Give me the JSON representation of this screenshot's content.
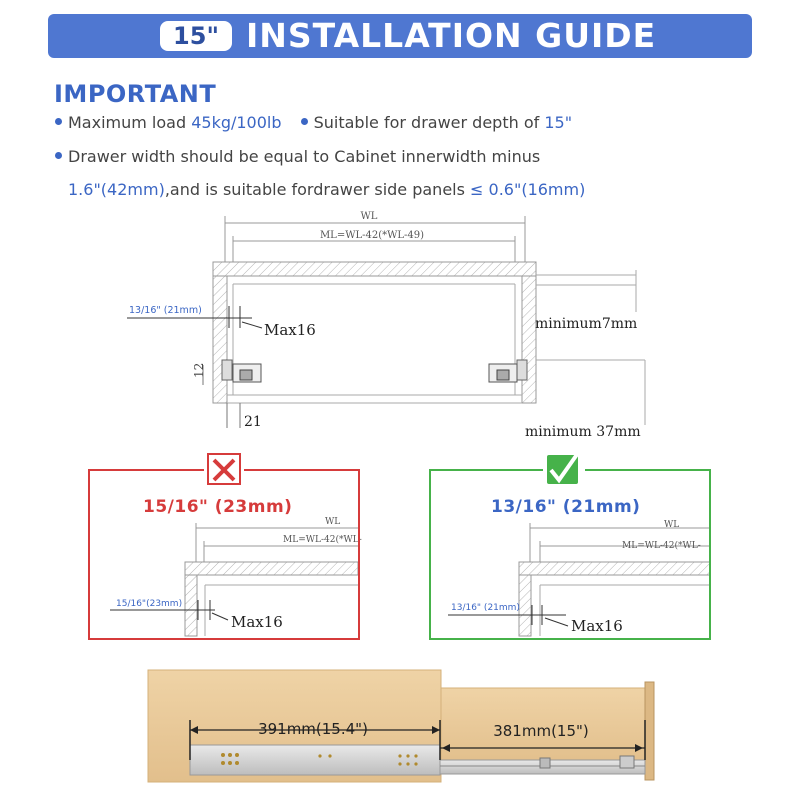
{
  "header": {
    "size_badge": "15\"",
    "title": "INSTALLATION GUIDE"
  },
  "important": {
    "heading": "IMPORTANT",
    "line1_pre": "Maximum load ",
    "line1_load": "45kg/100lb",
    "line1_mid": "Suitable for drawer depth of ",
    "line1_depth": "15\"",
    "line2": "Drawer width should be equal to Cabinet innerwidth minus",
    "line3_val": "1.6\"(42mm)",
    "line3_mid": ",and is suitable fordrawer side panels ",
    "line3_val2": "≤ 0.6\"(16mm)"
  },
  "main_diagram": {
    "wl_label": "WL",
    "ml_label": "ML=WL-42(*WL-49)",
    "gap_label": "13/16\" (21mm)",
    "max_label": "Max16",
    "min7_label": "minimum7mm",
    "h12_label": "12",
    "b21_label": "21",
    "min37_label": "minimum 37mm"
  },
  "wrong_panel": {
    "icon": "cross-icon",
    "title": "15/16\" (23mm)",
    "wl_label": "WL",
    "ml_label": "ML=WL-42(*WL-",
    "gap_label": "15/16\"(23mm)",
    "max_label": "Max16",
    "color": "#d63b3b"
  },
  "right_panel": {
    "icon": "check-icon",
    "title": "13/16\" (21mm)",
    "wl_label": "WL",
    "ml_label": "ML=WL-42(*WL-",
    "gap_label": "13/16\" (21mm)",
    "max_label": "Max16",
    "color": "#46b24a"
  },
  "bottom": {
    "extended_label": "391mm(15.4\")",
    "closed_label": "381mm(15\")"
  },
  "colors": {
    "brand_blue": "#4f77d1",
    "text_blue": "#3b66c4",
    "wrong_red": "#d63b3b",
    "right_green": "#46b24a",
    "wood": "#e8c89a"
  }
}
